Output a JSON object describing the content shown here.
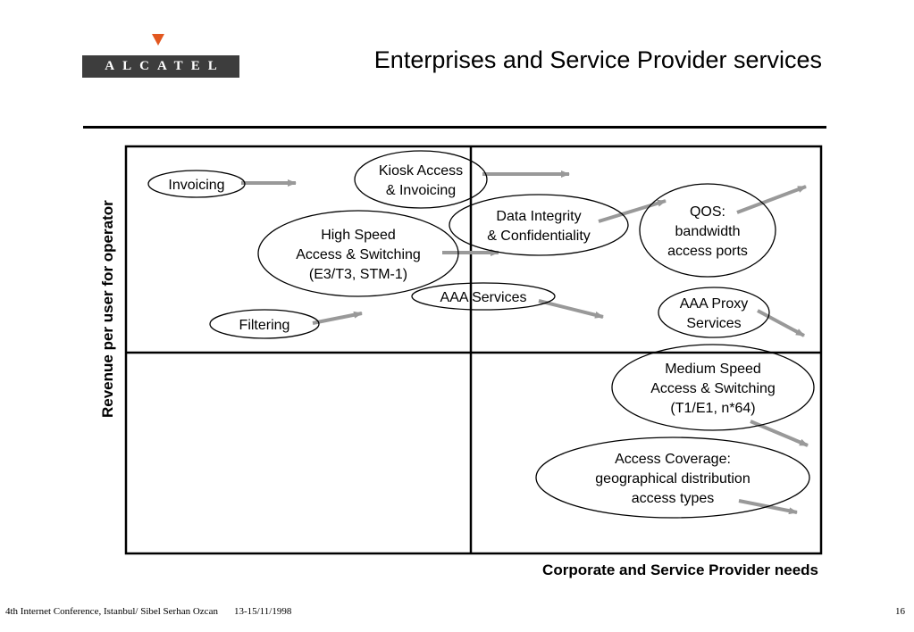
{
  "slide": {
    "logo_text": "ALCATEL",
    "title": "Enterprises and Service Provider services",
    "y_axis_label": "Revenue per user for operator",
    "x_axis_label": "Corporate and Service Provider needs",
    "footer_text": "4th Internet Conference, Istanbul/ Sibel Serhan Ozcan",
    "footer_date": "13-15/11/1998",
    "page_number": "16"
  },
  "colors": {
    "arrow": "#999999",
    "logo_bar": "#3d3d3d",
    "logo_triangle": "#e2571f"
  },
  "nodes": [
    {
      "id": "invoicing",
      "lines": [
        "Invoicing"
      ]
    },
    {
      "id": "kiosk-access",
      "lines": [
        "Kiosk Access",
        "& Invoicing"
      ]
    },
    {
      "id": "high-speed",
      "lines": [
        "High Speed",
        "Access & Switching",
        "(E3/T3, STM-1)"
      ]
    },
    {
      "id": "data-integrity",
      "lines": [
        "Data Integrity",
        "& Confidentiality"
      ]
    },
    {
      "id": "qos",
      "lines": [
        "QOS:",
        "bandwidth",
        "access ports"
      ]
    },
    {
      "id": "aaa-services",
      "lines": [
        "AAA Services"
      ]
    },
    {
      "id": "aaa-proxy",
      "lines": [
        "AAA Proxy",
        "Services"
      ]
    },
    {
      "id": "filtering",
      "lines": [
        "Filtering"
      ]
    },
    {
      "id": "medium-speed",
      "lines": [
        "Medium Speed",
        "Access & Switching",
        "(T1/E1, n*64)"
      ]
    },
    {
      "id": "access-coverage",
      "lines": [
        "Access Coverage:",
        "geographical distribution",
        "access types"
      ]
    }
  ]
}
